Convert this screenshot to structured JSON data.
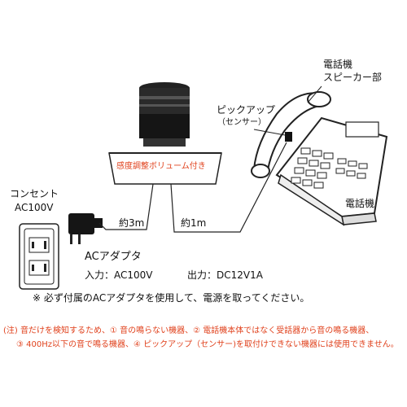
{
  "diagram": {
    "phone_label_top_line1": "電話機",
    "phone_label_top_line2": "スピーカー部",
    "pickup_label": "ピックアップ",
    "sensor_label": "（センサー）",
    "phone_label_bottom": "電話機",
    "base_label": "感度調整ボリューム付き",
    "outlet_label_line1": "コンセント",
    "outlet_label_line2": "AC100V",
    "cable_3m": "約3m",
    "cable_1m": "約1m",
    "adapter_label": "ACアダプタ",
    "input_label": "入力：AC100V",
    "output_label": "出力：DC12V1A"
  },
  "note_black": "※ 必ず付属のACアダプタを使用して、電源を取ってください。",
  "note_red_line1": "(注) 音だけを検知するため、① 音の鳴らない機器、② 電話機本体ではなく受話器から音の鳴る機器、",
  "note_red_line2": "③ 400Hz以下の音で鳴る機器、④ ピックアップ（センサー)を取付けできない機器には使用できません。",
  "colors": {
    "accent_red": "#e0411c",
    "line": "#222222"
  }
}
